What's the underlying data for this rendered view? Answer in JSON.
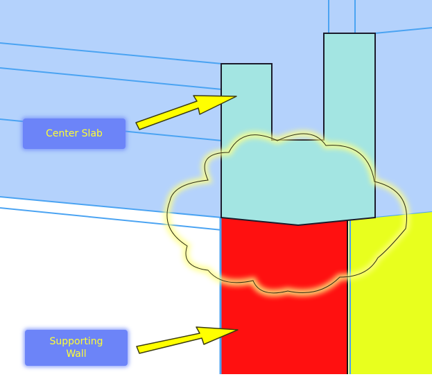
{
  "colors": {
    "slab_fill": "#b4d2fc",
    "slab_line": "#4aa3f2",
    "column_fill": "#a3e5e2",
    "wall_red": "#ff1010",
    "wall_yellow": "#e8ff1e",
    "arrow_fill": "#ffff00",
    "cloud_glow": "#ffff88",
    "label_background": "#6c84f8",
    "label_text": "#ffff33"
  },
  "icons": {
    "arrow": "arrow-icon",
    "revision_cloud": "revision-cloud-icon"
  },
  "callouts": {
    "center_slab": {
      "label": "Center Slab"
    },
    "supporting_wall": {
      "line1": "Supporting",
      "line2": "Wall"
    }
  }
}
